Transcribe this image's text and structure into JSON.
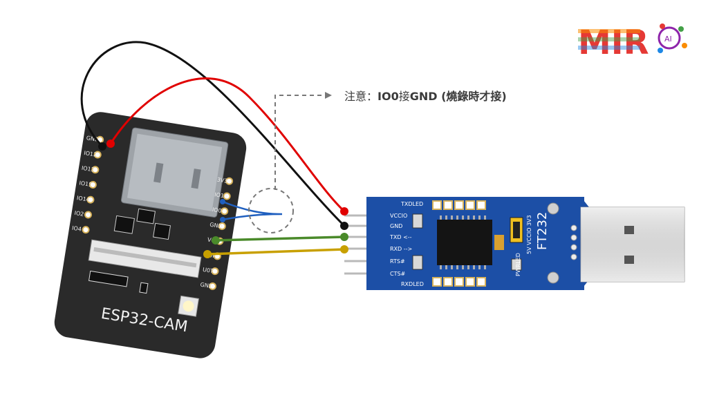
{
  "logo": {
    "text": "MIR",
    "ai_badge": "AI",
    "colors": [
      "#e53935",
      "#fb8c00",
      "#fdd835",
      "#43a047",
      "#1e88e5",
      "#8e24aa"
    ]
  },
  "note": {
    "prefix": "注意：",
    "bold1": "IO0",
    "mid": "接",
    "bold2": "GND",
    "suffix": " (燒錄時才接)"
  },
  "esp32": {
    "board_label": "ESP32-CAM",
    "left_pins": [
      "GND",
      "IO12",
      "IO13",
      "IO15",
      "IO14",
      "IO2",
      "IO4"
    ],
    "right_pins": [
      "3V3",
      "IO16",
      "IO0",
      "GND",
      "VCC",
      "U0R",
      "U0T",
      "GND"
    ]
  },
  "ft232": {
    "chip_label": "FT232",
    "pins": [
      "VCCIO",
      "GND",
      "TXD <--",
      "RXD -->",
      "RTS#",
      "CTS#"
    ],
    "labels": [
      "TXDLED",
      "RXDLED",
      "PWRLED",
      "5V VCCIO 3V3"
    ]
  },
  "wire_colors": {
    "black": "#111111",
    "red": "#e00000",
    "blue": "#1f5fbf",
    "green": "#4a8a2a",
    "yellow": "#c8a000"
  }
}
